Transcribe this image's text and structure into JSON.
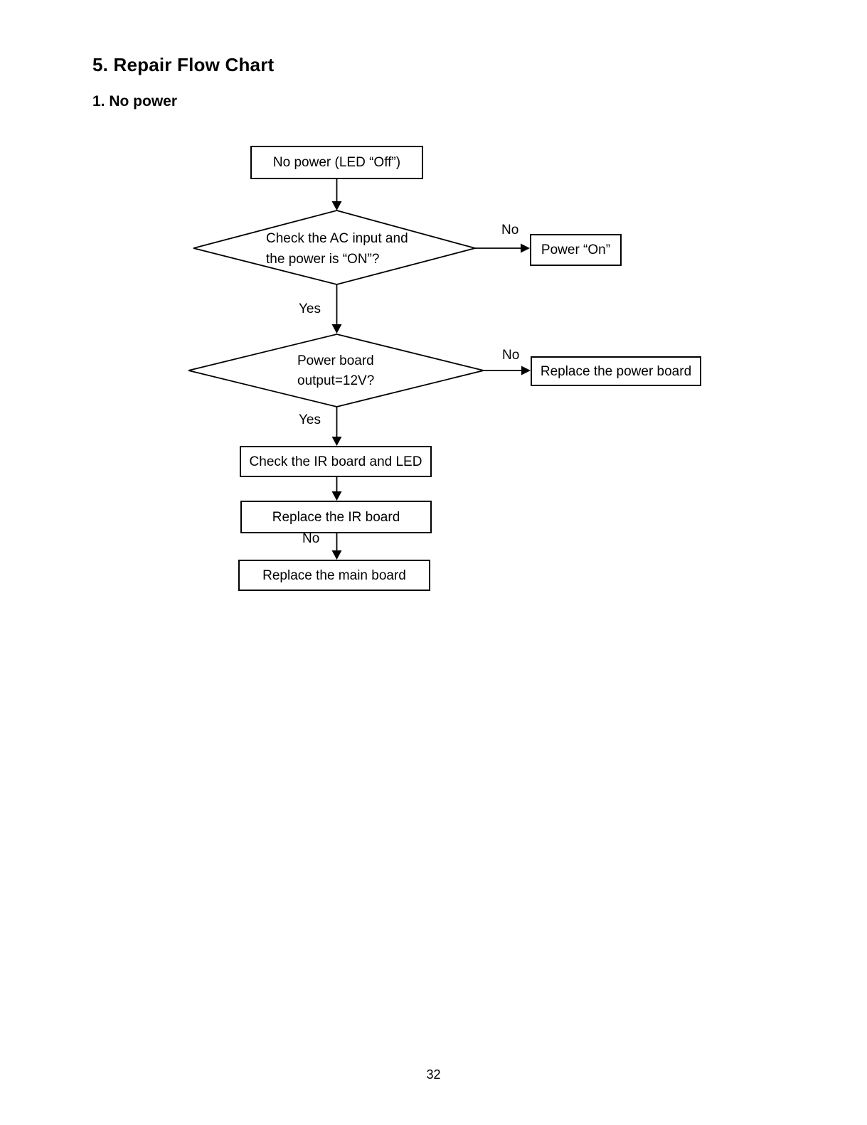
{
  "document": {
    "title": "5. Repair Flow Chart",
    "section_heading": "1. No power",
    "page_number": "32"
  },
  "flowchart": {
    "start": {
      "label": "No power (LED “Off”)"
    },
    "decision_ac": {
      "line1": "Check the AC input and",
      "line2": "the power is “ON”?",
      "yes_label": "Yes",
      "no_label": "No"
    },
    "power_on": {
      "label": "Power “On”"
    },
    "decision_12v": {
      "line1": "Power board",
      "line2": "output=12V?",
      "yes_label": "Yes",
      "no_label": "No"
    },
    "replace_power_board": {
      "label": "Replace the power board"
    },
    "check_ir_board": {
      "label": "Check the IR board and LED"
    },
    "replace_ir_board": {
      "label": "Replace the IR board",
      "no_label": "No"
    },
    "replace_main_board": {
      "label": "Replace the main board"
    }
  },
  "colors": {
    "line": "#000000",
    "background": "#ffffff",
    "text": "#000000"
  }
}
